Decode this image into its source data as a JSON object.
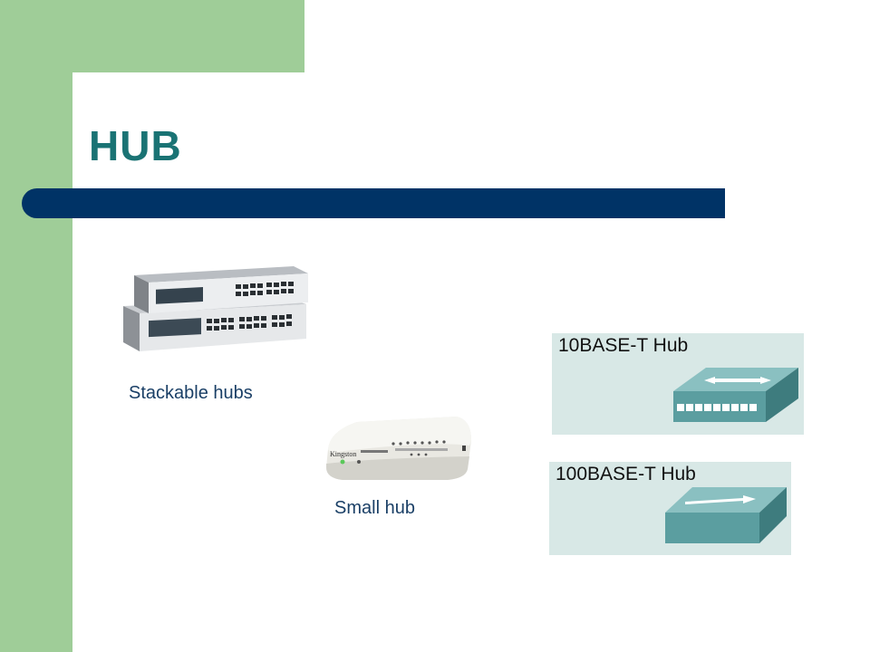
{
  "slide": {
    "title": "HUB",
    "colors": {
      "accent_green": "#9fcd98",
      "title_bar": "#003366",
      "title_text": "#1a7374",
      "panel_bg": "#d8e8e6",
      "hub_teal": "#5b9ea0"
    }
  },
  "images": {
    "stackable": {
      "caption": "Stackable hubs"
    },
    "small": {
      "caption": "Small hub",
      "brand": "Kingston"
    },
    "hub10": {
      "label": "10BASE-T Hub"
    },
    "hub100": {
      "label": "100BASE-T Hub"
    }
  }
}
